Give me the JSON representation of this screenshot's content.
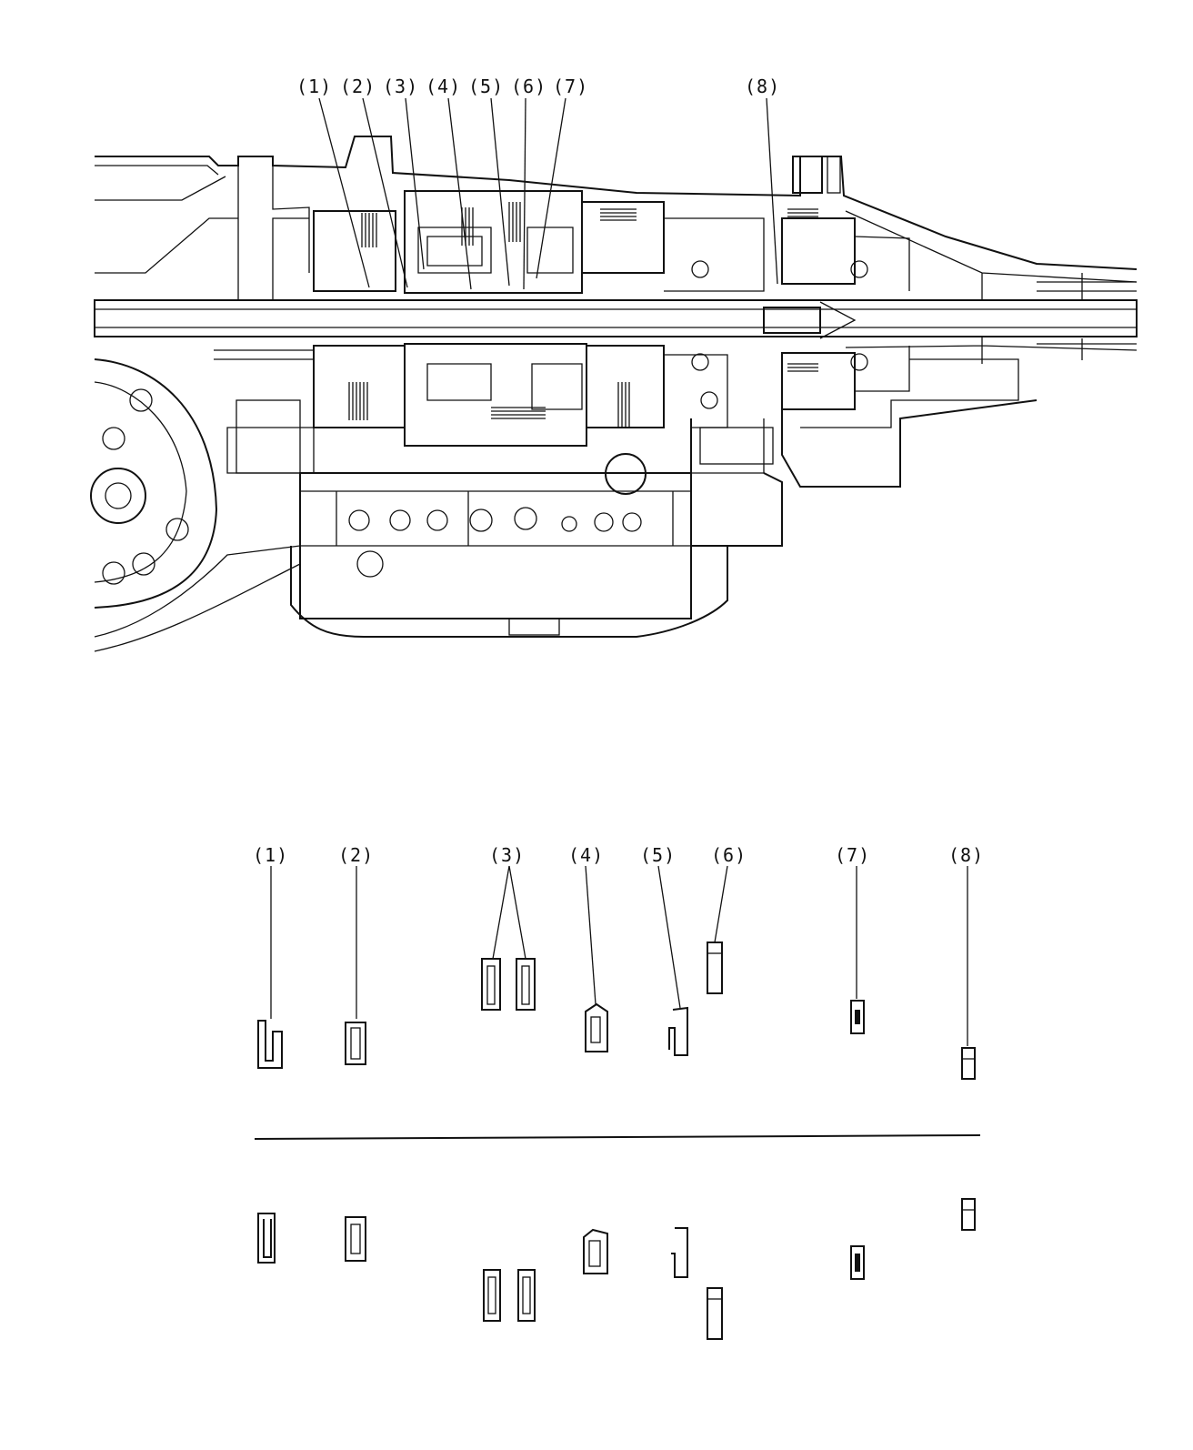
{
  "top_callouts": [
    "(1)",
    "(2)",
    "(3)",
    "(4)",
    "(5)",
    "(6)",
    "(7)",
    "(8)"
  ],
  "bottom_callouts": [
    "(1)",
    "(2)",
    "(3)",
    "(4)",
    "(5)",
    "(6)",
    "(7)",
    "(8)"
  ]
}
